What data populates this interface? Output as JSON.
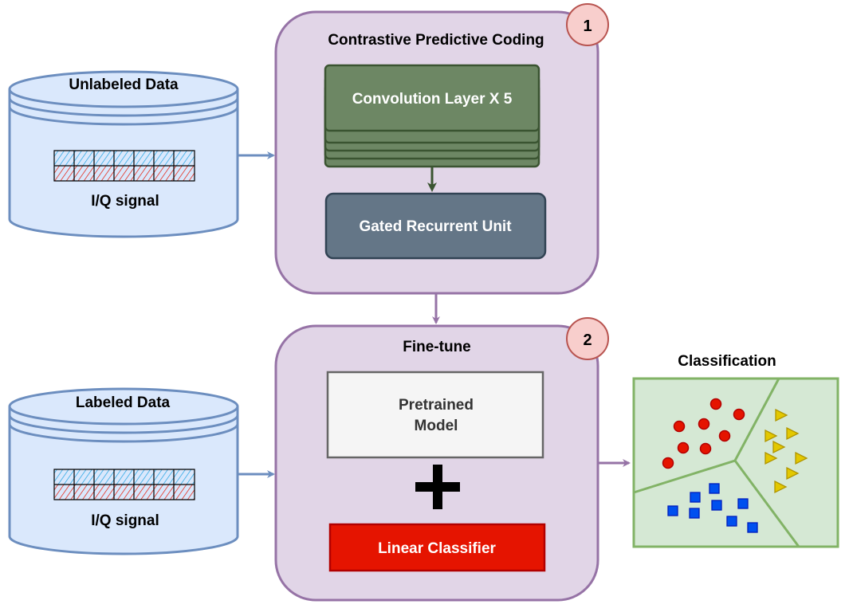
{
  "stage1": {
    "title": "Contrastive Predictive Coding",
    "badge": "1",
    "conv_label": "Convolution Layer X 5",
    "gru_label": "Gated Recurrent Unit"
  },
  "stage2": {
    "title": "Fine-tune",
    "badge": "2",
    "pretrained_line1": "Pretrained",
    "pretrained_line2": "Model",
    "linear_label": "Linear Classifier"
  },
  "unlabeled": {
    "title": "Unlabeled Data",
    "signal_label": "I/Q signal"
  },
  "labeled": {
    "title": "Labeled Data",
    "signal_label": "I/Q signal"
  },
  "classification": {
    "title": "Classification",
    "classes": [
      "circle",
      "triangle",
      "square"
    ]
  },
  "colors": {
    "db_fill": "#dae8fc",
    "db_stroke": "#6c8ebf",
    "stage_fill": "#e1d5e7",
    "stage_stroke": "#9673a6",
    "badge_fill": "#f8cecc",
    "badge_stroke": "#b85450",
    "conv_fill": "#6d8764",
    "conv_stroke": "#3a5431",
    "gru_fill": "#647687",
    "gru_stroke": "#314354",
    "linear_fill": "#e51400",
    "linear_stroke": "#b20000",
    "class_fill": "#d5e8d4",
    "class_stroke": "#82b366",
    "circle_color": "#e51400",
    "triangle_color": "#e3c800",
    "square_color": "#0050ef",
    "iq_i": "#1ba1e2",
    "iq_q": "#e51400"
  }
}
